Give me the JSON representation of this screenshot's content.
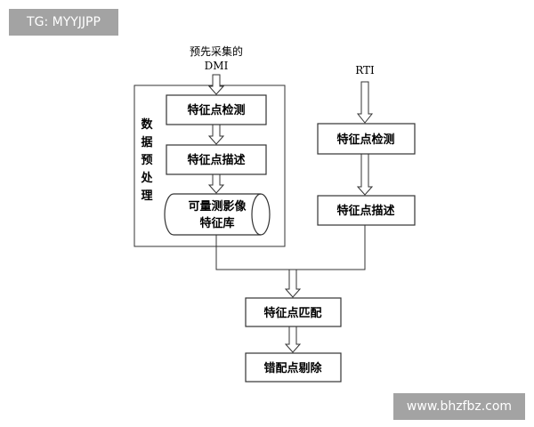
{
  "watermarks": {
    "top_left": "TG: MYYJJPP",
    "bottom_right": "www.bhzfbz.com"
  },
  "diagram": {
    "input_left_line1": "预先采集的",
    "input_left_line2": "DMI",
    "input_right": "RTI",
    "preprocess_label": [
      "数",
      "据",
      "预",
      "处",
      "理"
    ],
    "left_detect": "特征点检测",
    "left_describe": "特征点描述",
    "db_line1": "可量测影像",
    "db_line2": "特征库",
    "right_detect": "特征点检测",
    "right_describe": "特征点描述",
    "match": "特征点匹配",
    "remove": "错配点剔除"
  }
}
